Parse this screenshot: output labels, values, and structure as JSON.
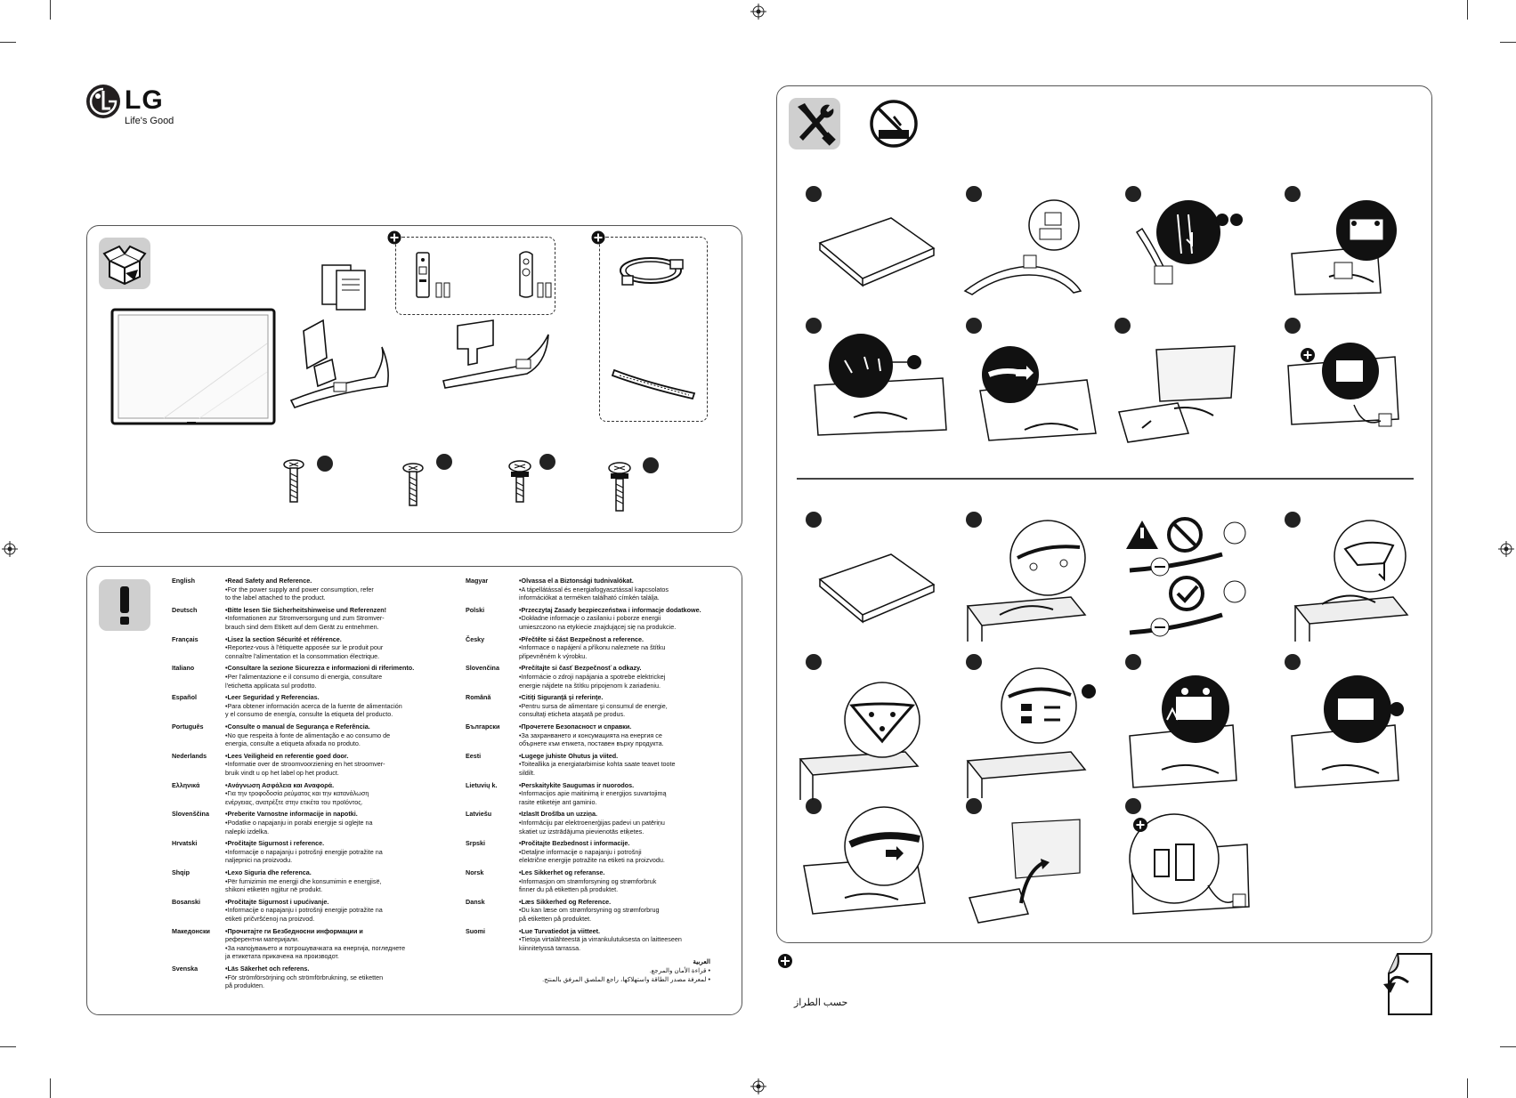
{
  "brand": {
    "name": "LG",
    "tagline": "Life's Good",
    "logo_color": "#231f20"
  },
  "colors": {
    "panel_border": "#555555",
    "icon_bg": "#cfcfcf",
    "dot": "#222222"
  },
  "screw_labels": [
    "",
    "",
    "",
    ""
  ],
  "languages_left": [
    {
      "name": "English",
      "lines": [
        "•Read Safety and Reference.",
        "•For the power supply and power consumption, refer",
        "to the label attached to the product."
      ]
    },
    {
      "name": "Deutsch",
      "lines": [
        "•Bitte lesen Sie Sicherheitshinweise und Referenzen!",
        "•Informationen zur Stromversorgung und zum Stromver-",
        "brauch sind dem Etikett auf dem Gerät zu entnehmen."
      ]
    },
    {
      "name": "Français",
      "lines": [
        "•Lisez la section Sécurité et référence.",
        "•Reportez-vous à l'étiquette apposée sur le produit pour",
        "connaître l'alimentation et la consommation électrique."
      ]
    },
    {
      "name": "Italiano",
      "lines": [
        "•Consultare la sezione Sicurezza e informazioni di riferimento.",
        "•Per l'alimentazione e il consumo di energia, consultare",
        "l'etichetta applicata sul prodotto."
      ]
    },
    {
      "name": "Español",
      "lines": [
        "•Leer Seguridad y Referencias.",
        "•Para obtener información acerca de la fuente de alimentación",
        "y el consumo de energía, consulte la etiqueta del producto."
      ]
    },
    {
      "name": "Português",
      "lines": [
        "•Consulte o manual de Segurança e Referência.",
        "•No que respeita à fonte de alimentação e ao consumo de",
        "energia, consulte a etiqueta afixada no produto."
      ]
    },
    {
      "name": "Nederlands",
      "lines": [
        "•Lees Veiligheid en referentie goed door.",
        "•Informatie over de stroomvoorziening en het stroomver-",
        "bruik vindt u op het label op het product."
      ]
    },
    {
      "name": "Ελληνικά",
      "lines": [
        "•Ανάγνωση Ασφάλεια και Αναφορά.",
        "•Για την τροφοδοσία ρεύματος και την κατανάλωση",
        "ενέργειας, ανατρέξτε στην ετικέτα του προϊόντος."
      ]
    },
    {
      "name": "Slovenščina",
      "lines": [
        "•Preberite Varnostne informacije in napotki.",
        "•Podatke o napajanju in porabi energije si oglejte na",
        "nalepki izdelka."
      ]
    },
    {
      "name": "Hrvatski",
      "lines": [
        "•Pročitajte Sigurnost i reference.",
        "•Informacije o napajanju i potrošnji energije potražite na",
        "naljepnici na proizvodu."
      ]
    },
    {
      "name": "Shqip",
      "lines": [
        "•Lexo Siguria dhe referenca.",
        "•Për furnizimin me energji dhe konsumimin e energjisë,",
        "shikoni etiketën ngjitur në produkt."
      ]
    },
    {
      "name": "Bosanski",
      "lines": [
        "•Pročitajte Sigurnost i upućivanje.",
        "•Informacije o napajanju i potrošnji energije potražite na",
        "etiketi pričvršćenoj na proizvod."
      ]
    },
    {
      "name": "Македонски",
      "lines": [
        "•Прочитајте ги Безбедносни информации и",
        "референтни материјали.",
        "•За напојувањето и потрошувачката на енергија, погледнете",
        "ја етикетата прикачена на производот."
      ]
    },
    {
      "name": "Svenska",
      "lines": [
        "•Läs Säkerhet och referens.",
        "•För strömförsörjning och strömförbrukning, se etiketten",
        "på produkten."
      ]
    }
  ],
  "languages_right": [
    {
      "name": "Magyar",
      "lines": [
        "•Olvassa el a Biztonsági tudnivalókat.",
        "•A tápellátással és energiafogyasztással kapcsolatos",
        "információkat a terméken található címkén találja."
      ]
    },
    {
      "name": "Polski",
      "lines": [
        "•Przeczytaj Zasady bezpieczeństwa i informacje dodatkowe.",
        "•Dokładne informacje o zasilaniu i poborze energii",
        "umieszczono na etykiecie znajdującej się na produkcie."
      ]
    },
    {
      "name": "Česky",
      "lines": [
        "•Přečtěte si část Bezpečnost a reference.",
        "•Informace o napájení a příkonu naleznete na štítku",
        "připevněném k výrobku."
      ]
    },
    {
      "name": "Slovenčina",
      "lines": [
        "•Prečítajte si časť Bezpečnosť a odkazy.",
        "•Informácie o zdroji napájania a spotrebe elektrickej",
        "energie nájdete na štítku pripojenom k zariadeniu."
      ]
    },
    {
      "name": "Română",
      "lines": [
        "•Citiţi Siguranţă şi referinţe.",
        "•Pentru sursa de alimentare şi consumul de energie,",
        "consultaţi eticheta ataşată pe produs."
      ]
    },
    {
      "name": "Български",
      "lines": [
        "•Прочетете Безопасност и справки.",
        "•За захранването и консумацията на енергия се",
        "обърнете към етикета, поставен върху продукта."
      ]
    },
    {
      "name": "Eesti",
      "lines": [
        "•Lugege juhiste Ohutus ja viited.",
        "•Toiteallika ja energiatarbimise kohta saate teavet toote",
        "sildilt."
      ]
    },
    {
      "name": "Lietuvių k.",
      "lines": [
        "•Perskaitykite Saugumas ir nuorodos.",
        "•Informacijos apie maitinimą ir energijos suvartojimą",
        "rasite etiketėje ant gaminio."
      ]
    },
    {
      "name": "Latviešu",
      "lines": [
        "•Izlasīt Drošība un uzziņa.",
        "•Informāciju par elektroenerģijas padevi un patēriņu",
        "skatiet uz izstrādājuma pievienotās etiķetes."
      ]
    },
    {
      "name": "Srpski",
      "lines": [
        "•Pročitajte Bezbednost i informacije.",
        "•Detaljne informacije o napajanju i potrošnji",
        "električne energije potražite na etiketi na proizvodu."
      ]
    },
    {
      "name": "Norsk",
      "lines": [
        "•Les Sikkerhet og referanse.",
        "•Informasjon om strømforsyning og strømforbruk",
        "finner du på etiketten på produktet."
      ]
    },
    {
      "name": "Dansk",
      "lines": [
        "•Læs Sikkerhed og Reference.",
        "•Du kan læse om strømforsyning og strømforbrug",
        "på etiketten på produktet."
      ]
    },
    {
      "name": "Suomi",
      "lines": [
        "•Lue Turvatiedot ja viitteet.",
        "•Tietoja virtalähteestä ja virrankulutuksesta on laitteeseen",
        "kiinnitetyssä tarrassa."
      ]
    }
  ],
  "arabic": {
    "name": "العربية",
    "lines": [
      "• قراءة الأمان والمرجع.",
      "• لمعرفة مصدر الطاقة واستهلاكها، راجع الملصق المرفق بالمنتج."
    ]
  },
  "arabic_footer": "حسب الطراز"
}
